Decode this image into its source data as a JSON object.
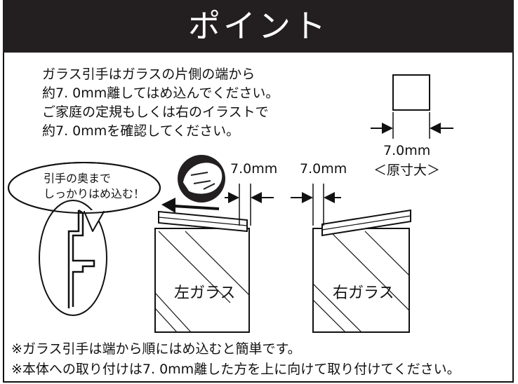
{
  "header": {
    "title": "ポイント"
  },
  "intro": {
    "lines": [
      "ガラス引手はガラスの片側の端から",
      "約7. 0mm離してはめ込んでください。",
      "ご家庭の定規もしくは右のイラストで",
      "約7. 0mmを確認してください。"
    ]
  },
  "ruler": {
    "measure": "7.0mm",
    "actual_size": "＜原寸大＞"
  },
  "callout": {
    "lines": [
      "引手の奥まで",
      "しっかりはめ込む！"
    ]
  },
  "left_panel": {
    "measure": "7.0mm",
    "label": "左ガラス"
  },
  "right_panel": {
    "measure": "7.0mm",
    "label": "右ガラス"
  },
  "notes": [
    "※ガラス引手は端から順にはめ込むと簡単です。",
    "※本体への取り付けは7. 0mm離した方を上に向けて取り付けてください。"
  ]
}
